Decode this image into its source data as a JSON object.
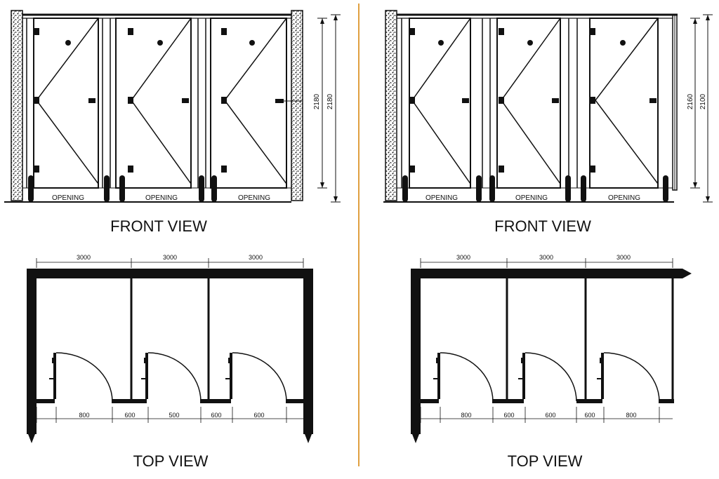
{
  "colors": {
    "ink": "#111111",
    "divider": "#e0a040",
    "background": "#ffffff"
  },
  "left": {
    "front_title": "FRONT VIEW",
    "top_title": "TOP VIEW",
    "opening_labels": [
      "OPENING",
      "OPENING",
      "OPENING"
    ],
    "height_dims": [
      "2180",
      "2180"
    ],
    "top_dims": [
      "3000",
      "3000",
      "3000"
    ],
    "bottom_dims": [
      "800",
      "600",
      "500",
      "600",
      "600"
    ]
  },
  "right": {
    "front_title": "FRONT VIEW",
    "top_title": "TOP VIEW",
    "opening_labels": [
      "OPENING",
      "OPENING",
      "OPENING"
    ],
    "height_dims": [
      "2160",
      "2100"
    ],
    "top_dims": [
      "3000",
      "3000",
      "3000"
    ],
    "bottom_dims": [
      "800",
      "600",
      "600",
      "600",
      "800"
    ]
  }
}
